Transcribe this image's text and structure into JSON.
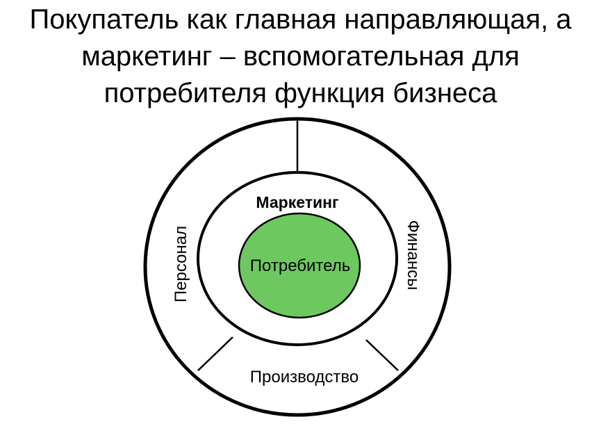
{
  "title": {
    "lines": [
      "Покупатель как главная направляющая, а",
      "маркетинг – вспомогательная для",
      "потребителя функция  бизнеса"
    ]
  },
  "diagram": {
    "center_label": "Потребитель",
    "middle_ring_label": "Маркетинг",
    "outer_segments": {
      "left": "Персонал",
      "right": "Финансы",
      "bottom": "Производство"
    },
    "colors": {
      "center_fill": "#6dc95f",
      "stroke": "#000000",
      "background": "#ffffff"
    }
  }
}
